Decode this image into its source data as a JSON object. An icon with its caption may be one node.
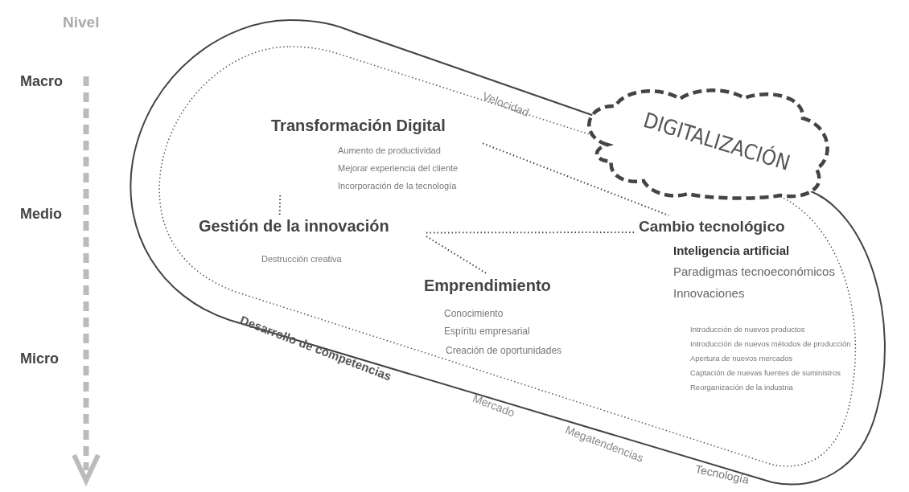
{
  "diagram": {
    "nodes": [
      {
        "text": [
          "Transformación Digital",
          "Aumento de productividad",
          "Mejorar experiencia del cliente",
          "Incorporación de la tecnología"
        ]
      },
      {
        "text": [
          "Gestión de la innovación",
          "Destrucción creativa"
        ]
      },
      {
        "text": [
          "Emprendimiento",
          "Conocimiento",
          "Espíritu empresarial",
          "Creación de oportunidades"
        ]
      },
      {
        "text": [
          "Cambio tecnológico",
          "Inteligencia artificial",
          "Paradigmas tecnoeconómicos",
          "Innovaciones",
          "Introducción de nuevos productos",
          "Introducción de nuevos métodos de producción",
          "Apertura de nuevos mercados",
          "Captación de nuevas fuentes de suministros",
          "Reorganización de la industria"
        ]
      },
      {
        "text": [
          "DIGITALIZACIÓN"
        ]
      }
    ],
    "edges": [
      {
        "from": 0,
        "to": 1,
        "arrow": "none"
      },
      {
        "from": 1,
        "to": 3,
        "arrow": "none"
      },
      {
        "from": 1,
        "to": 2,
        "arrow": "none"
      },
      {
        "from": 0,
        "to": 3,
        "arrow": "none"
      }
    ],
    "labels": [
      "Nivel",
      "Macro",
      "Velocidad",
      "Medio",
      "Micro",
      "Desarrollo de competencias",
      "Mercado",
      "Megatendencias",
      "Tecnología"
    ]
  }
}
